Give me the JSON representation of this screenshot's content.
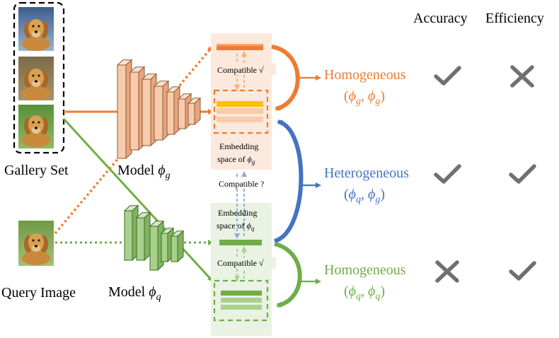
{
  "columns": {
    "accuracy": "Accuracy",
    "efficiency": "Efficiency"
  },
  "labels": {
    "gallery_set": "Gallery Set",
    "query_image": "Query Image",
    "model_g_prefix": "Model ",
    "model_g_symbol": "ϕ",
    "model_g_sub": "g",
    "model_q_prefix": "Model ",
    "model_q_symbol": "ϕ",
    "model_q_sub": "q",
    "compatible_top": "Compatible √",
    "compatible_mid": "Compatible ?",
    "compatible_bottom": "Compatible √",
    "embed_g_line1": "Embedding",
    "embed_g_line2": "space of ",
    "embed_g_symbol": "ϕ",
    "embed_g_sub": "g",
    "embed_q_line1": "Embedding",
    "embed_q_line2": "space of ",
    "embed_q_symbol": "ϕ",
    "embed_q_sub": "q"
  },
  "rows": [
    {
      "name": "Homogeneous",
      "pair_open": "(",
      "phi1": "ϕ",
      "sub1": "g",
      "sep": ", ",
      "phi2": "ϕ",
      "sub2": "g",
      "pair_close": ")",
      "color": "#ED7D31",
      "accuracy": "check",
      "efficiency": "cross"
    },
    {
      "name": "Heterogeneous",
      "pair_open": "(",
      "phi1": "ϕ",
      "sub1": "q",
      "sep": ", ",
      "phi2": "ϕ",
      "sub2": "g",
      "pair_close": ")",
      "color": "#4472C4",
      "accuracy": "check",
      "efficiency": "check"
    },
    {
      "name": "Homogeneous",
      "pair_open": "(",
      "phi1": "ϕ",
      "sub1": "q",
      "sep": ", ",
      "phi2": "ϕ",
      "sub2": "q",
      "pair_close": ")",
      "color": "#70AD47",
      "accuracy": "cross",
      "efficiency": "check"
    }
  ],
  "colors": {
    "orange": "#ED7D31",
    "blue": "#4472C4",
    "green": "#70AD47",
    "mark": "#707070",
    "orange_bg": "#FCE9DD",
    "green_bg": "#E9F2E3",
    "block_orange_front": "#F4B183",
    "block_green_front": "#A9D18E"
  },
  "icons": {
    "gallery_photos": [
      "dog-photo-icon",
      "dog-photo-icon",
      "dog-photo-icon"
    ],
    "query_photo": "dog-photo-icon",
    "check": "check-mark-icon",
    "cross": "cross-mark-icon"
  }
}
